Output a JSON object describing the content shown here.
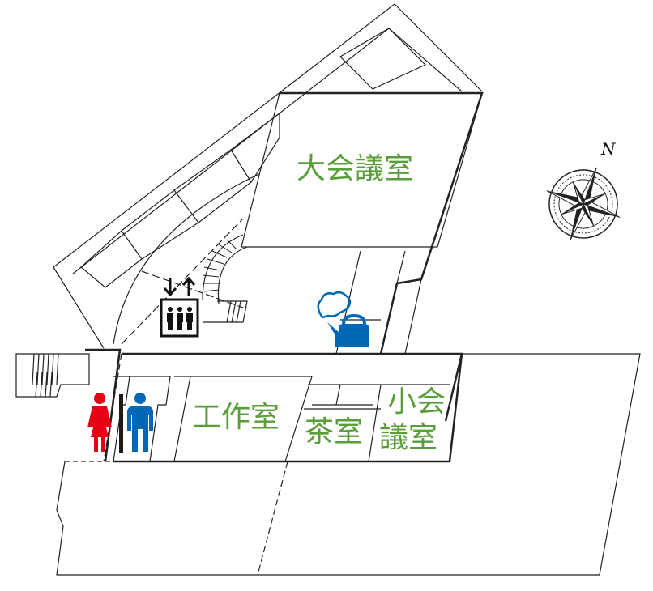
{
  "rooms": {
    "large_meeting_room": "大会議室",
    "workshop": "工作室",
    "tea_room": "茶室",
    "small_meeting_room_line1": "小会",
    "small_meeting_room_line2": "議室"
  },
  "compass": {
    "north_label": "N"
  },
  "icons": [
    "elevator-icon",
    "kettle-icon",
    "female-restroom-icon",
    "male-restroom-icon",
    "compass-rose-icon"
  ],
  "colors": {
    "label": "#5a9e3a",
    "female": "#e60012",
    "male": "#0068b7",
    "kettle": "#0068b7",
    "line": "#222222"
  }
}
